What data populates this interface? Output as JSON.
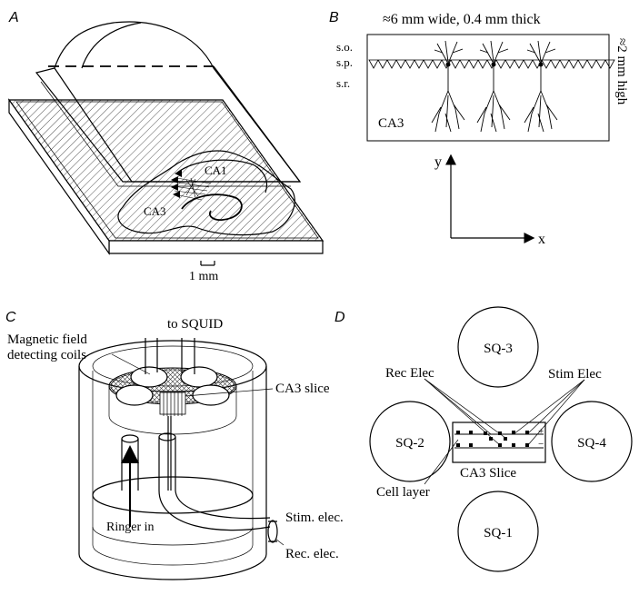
{
  "panels": {
    "a": {
      "letter": "A",
      "ca1_label": "CA1",
      "ca3_label": "CA3",
      "scale_label": "1 mm"
    },
    "b": {
      "letter": "B",
      "width_label": "≈6 mm wide, 0.4 mm thick",
      "height_label": "≈2 mm high",
      "layer_so": "s.o.",
      "layer_sp": "s.p.",
      "layer_sr": "s.r.",
      "region_label": "CA3",
      "axis_y": "y",
      "axis_x": "x"
    },
    "c": {
      "letter": "C",
      "squid_label": "to SQUID",
      "coils_label_line1": "Magnetic field",
      "coils_label_line2": "detecting coils",
      "slice_label": "CA3 slice",
      "ringer_label": "Ringer in",
      "stim_label": "Stim. elec.",
      "rec_label": "Rec. elec."
    },
    "d": {
      "letter": "D",
      "sq1": "SQ-1",
      "sq2": "SQ-2",
      "sq3": "SQ-3",
      "sq4": "SQ-4",
      "rec_elec": "Rec Elec",
      "stim_elec": "Stim Elec",
      "slice_label": "CA3 Slice",
      "cell_layer": "Cell layer",
      "plus": "+",
      "minus": "−"
    }
  }
}
